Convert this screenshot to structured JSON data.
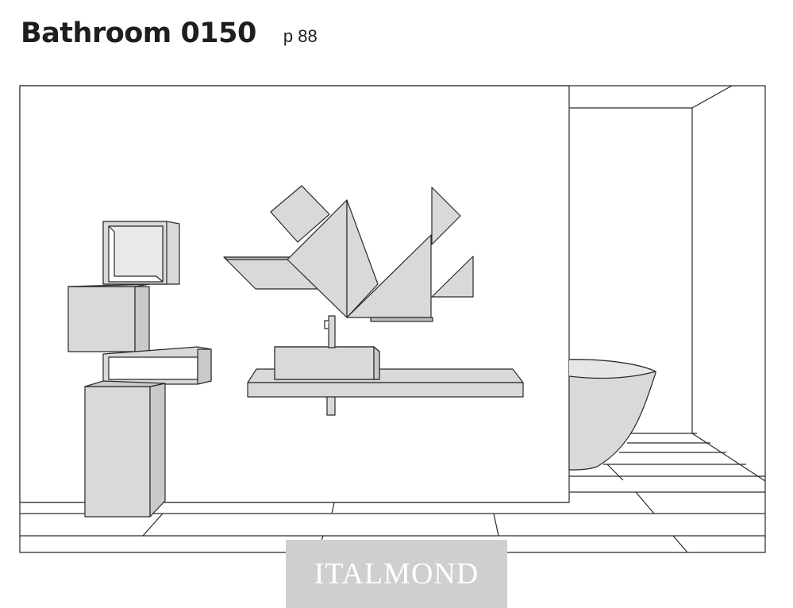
{
  "header": {
    "title": "Bathroom 0150",
    "page_ref": "p 88"
  },
  "watermark": {
    "text": "ITALMOND"
  },
  "colors": {
    "stroke": "#2a2a2a",
    "fill": "#d9d9d9",
    "background": "#ffffff",
    "watermark_bg": "#cfcfcf"
  }
}
